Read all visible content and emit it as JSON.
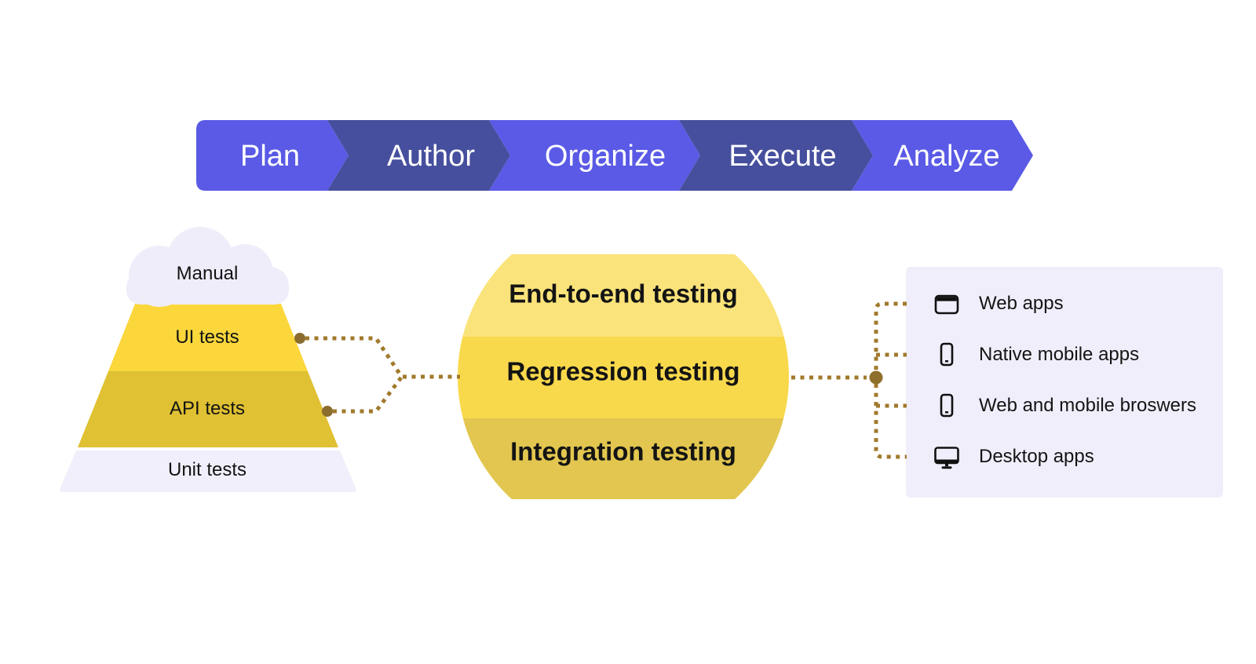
{
  "banner": {
    "stages": [
      {
        "label": "Plan",
        "color": "#5A5AE6"
      },
      {
        "label": "Author",
        "color": "#464F9D"
      },
      {
        "label": "Organize",
        "color": "#5A5AE6"
      },
      {
        "label": "Execute",
        "color": "#464F9D"
      },
      {
        "label": "Analyze",
        "color": "#5A5AE6"
      }
    ],
    "text_color": "#FFFFFF"
  },
  "pyramid": {
    "cloud_color": "#EFEDFA",
    "layers": [
      {
        "label": "Manual",
        "color": "#EFEDFA"
      },
      {
        "label": "UI tests",
        "color": "#FBD73C"
      },
      {
        "label": "API tests",
        "color": "#DFC133"
      },
      {
        "label": "Unit tests",
        "color": "#F1EFFB"
      }
    ]
  },
  "funnel": {
    "bands": [
      {
        "label": "End-to-end testing",
        "color": "#FAE37A"
      },
      {
        "label": "Regression testing",
        "color": "#F9D94C"
      },
      {
        "label": "Integration testing",
        "color": "#E2C64F"
      }
    ]
  },
  "targets": {
    "panel_color": "#F0EEFA",
    "items": [
      {
        "label": "Web apps",
        "icon": "browser-window-icon"
      },
      {
        "label": "Native mobile apps",
        "icon": "smartphone-icon"
      },
      {
        "label": "Web and mobile broswers",
        "icon": "smartphone-icon"
      },
      {
        "label": "Desktop apps",
        "icon": "desktop-monitor-icon"
      }
    ]
  },
  "connectors": {
    "line_color": "#A1792C",
    "endpoint_dot_color": "#8A6C2E",
    "junction_dot_color": "#8F6F2C"
  }
}
